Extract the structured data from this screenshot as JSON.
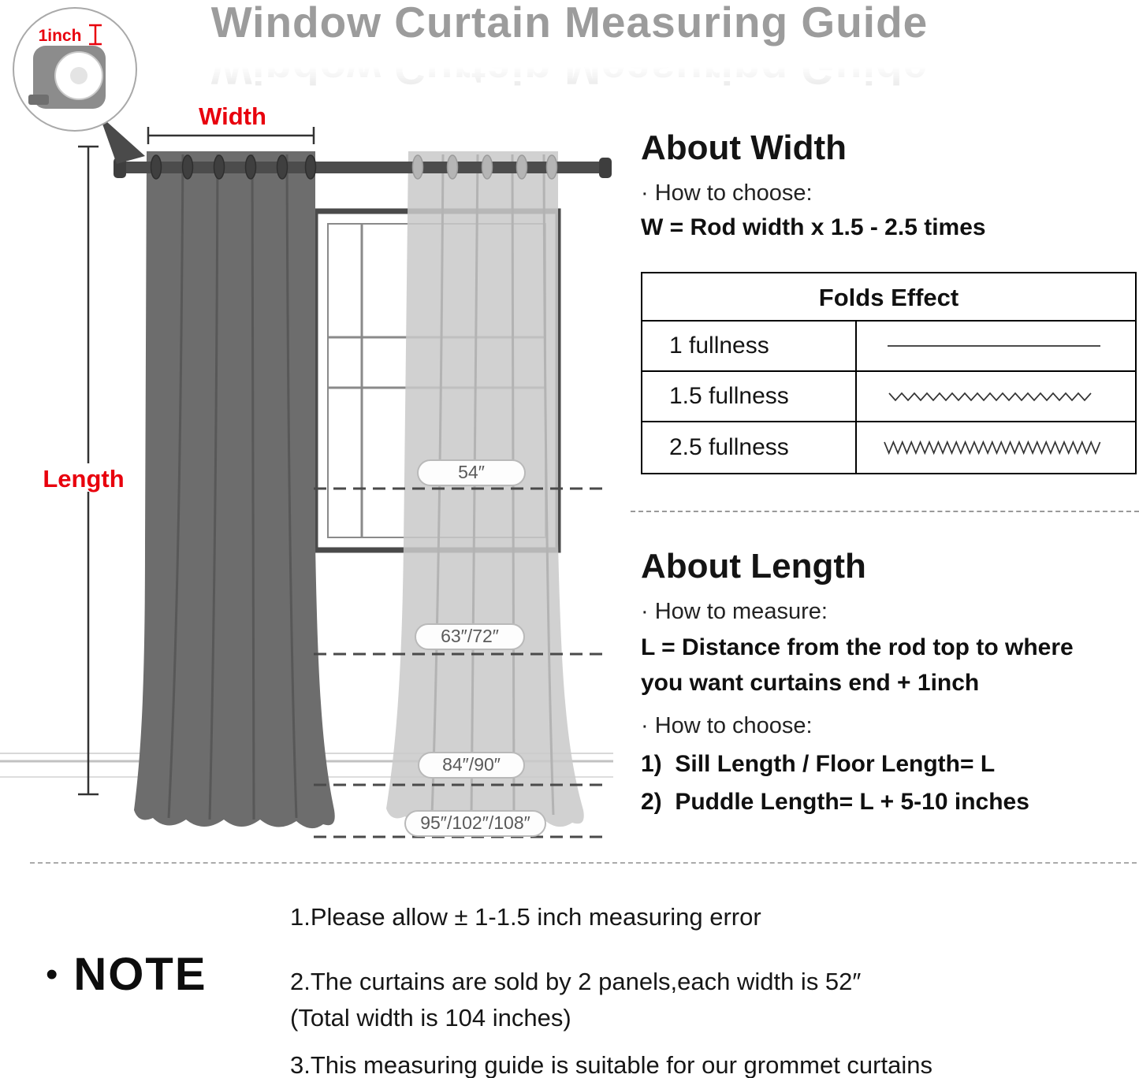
{
  "title": "Window Curtain Measuring Guide",
  "colors": {
    "accent_red": "#e8000d",
    "title_gray": "#9c9c9c",
    "dark_curtain": "#6d6d6d",
    "light_curtain": "#c9c9c9",
    "text": "#1a1a1a"
  },
  "diagram": {
    "tape_label": "1inch",
    "width_label": "Width",
    "length_label": "Length",
    "size_markers": [
      "54″",
      "63″/72″",
      "84″/90″",
      "95″/102″/108″"
    ]
  },
  "about_width": {
    "heading": "About Width",
    "how_to_choose": "· How to choose:",
    "formula": "W = Rod width x 1.5 - 2.5 times",
    "table": {
      "header": "Folds Effect",
      "rows": [
        {
          "label": "1 fullness",
          "fold_style": "straight-line"
        },
        {
          "label": "1.5 fullness",
          "fold_style": "loose-zigzag"
        },
        {
          "label": "2.5 fullness",
          "fold_style": "dense-zigzag"
        }
      ]
    }
  },
  "about_length": {
    "heading": "About Length",
    "how_to_measure": "· How to measure:",
    "formula": "L = Distance from the rod top to where you want curtains end + 1inch",
    "how_to_choose": "· How to choose:",
    "options": [
      "1)  Sill Length / Floor Length= L",
      "2)  Puddle Length= L + 5-10 inches"
    ]
  },
  "note": {
    "bullet": "•",
    "heading": "NOTE",
    "items": [
      "1.Please allow ± 1-1.5 inch measuring error",
      "2.The curtains are sold by 2 panels,each width is 52″",
      "(Total width is 104 inches)",
      "3.This measuring guide is suitable for our grommet curtains"
    ]
  }
}
